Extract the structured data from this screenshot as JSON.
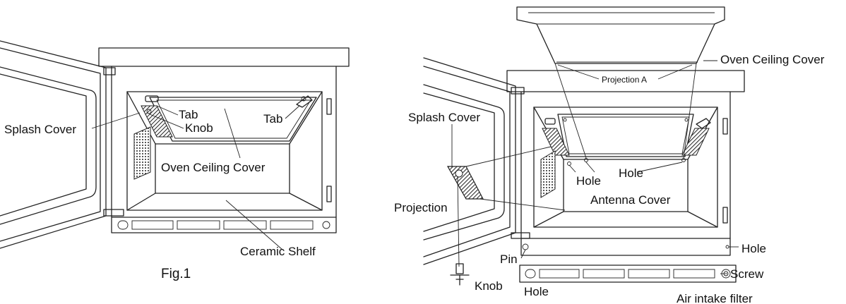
{
  "figure1": {
    "labels": {
      "splash_cover": "Splash Cover",
      "tab_left": "Tab",
      "knob": "Knob",
      "tab_right": "Tab",
      "oven_ceiling_cover": "Oven Ceiling Cover",
      "ceramic_shelf": "Ceramic Shelf"
    },
    "caption": "Fig.1"
  },
  "figure2": {
    "labels": {
      "oven_ceiling_cover": "Oven Ceiling Cover",
      "projection_a": "Projection A",
      "splash_cover": "Splash Cover",
      "hole_left": "Hole",
      "hole_center": "Hole",
      "antenna_cover": "Antenna Cover",
      "projection": "Projection",
      "hole_right": "Hole",
      "pin": "Pin",
      "screw": "Screw",
      "knob": "Knob",
      "hole_bottom": "Hole",
      "air_intake_filter": "Air intake filter"
    }
  }
}
